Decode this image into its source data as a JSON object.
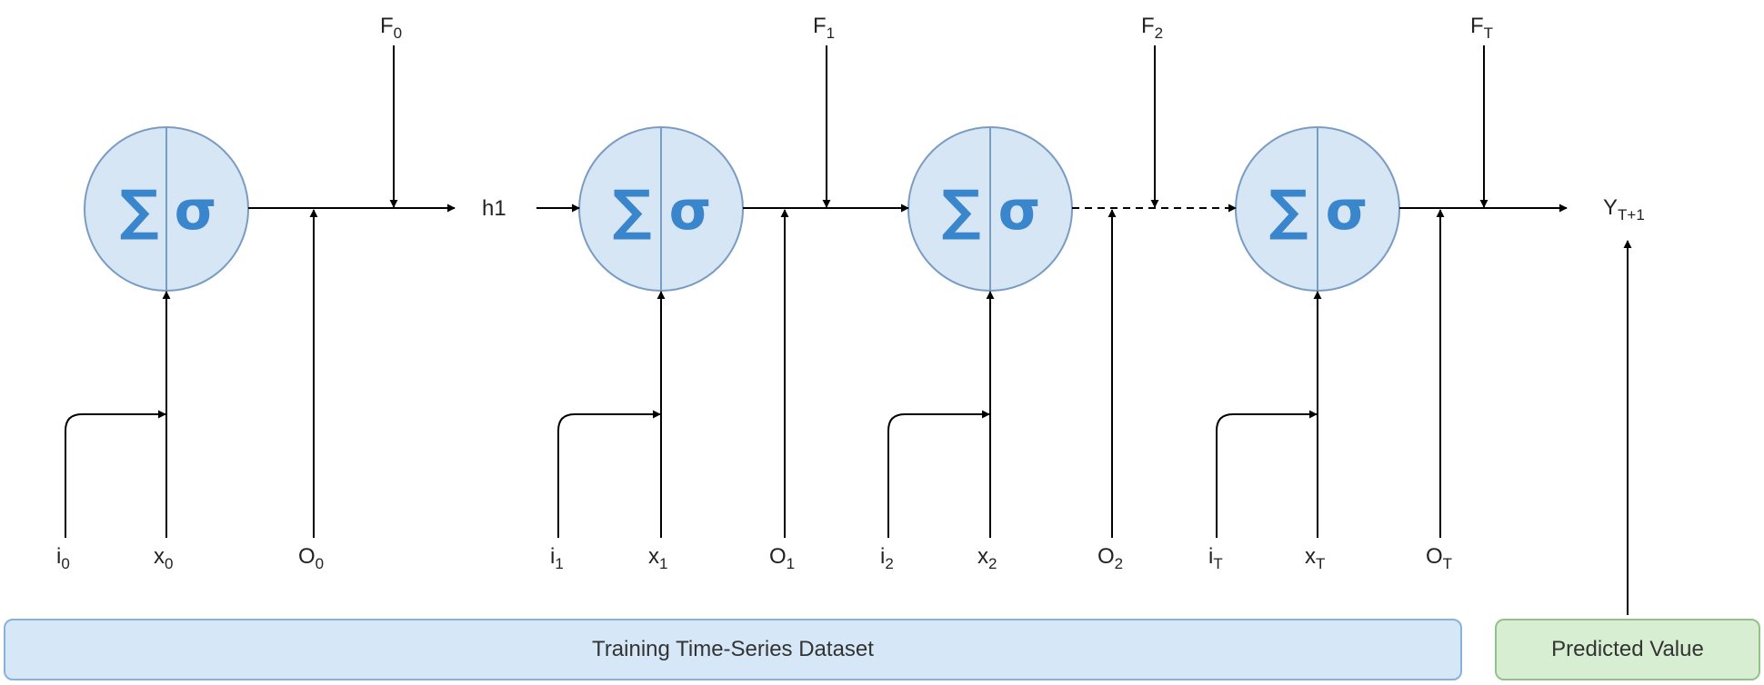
{
  "cells": [
    {
      "sum": "∑",
      "act": "σ"
    },
    {
      "sum": "∑",
      "act": "σ"
    },
    {
      "sum": "∑",
      "act": "σ"
    },
    {
      "sum": "∑",
      "act": "σ"
    }
  ],
  "labels": {
    "F0": {
      "base": "F",
      "sub": "0"
    },
    "F1": {
      "base": "F",
      "sub": "1"
    },
    "F2": {
      "base": "F",
      "sub": "2"
    },
    "FT": {
      "base": "F",
      "sub": "T"
    },
    "h1": "h1",
    "Y": {
      "base": "Y",
      "sub": "T+1"
    },
    "i0": {
      "base": "i",
      "sub": "0"
    },
    "x0": {
      "base": "x",
      "sub": "0"
    },
    "O0": {
      "base": "O",
      "sub": "0"
    },
    "i1": {
      "base": "i",
      "sub": "1"
    },
    "x1": {
      "base": "x",
      "sub": "1"
    },
    "O1": {
      "base": "O",
      "sub": "1"
    },
    "i2": {
      "base": "i",
      "sub": "2"
    },
    "x2": {
      "base": "x",
      "sub": "2"
    },
    "O2": {
      "base": "O",
      "sub": "2"
    },
    "iT": {
      "base": "i",
      "sub": "T"
    },
    "xT": {
      "base": "x",
      "sub": "T"
    },
    "OT": {
      "base": "O",
      "sub": "T"
    }
  },
  "bands": {
    "training": "Training Time-Series Dataset",
    "predicted": "Predicted Value"
  },
  "colors": {
    "cell_fill": "#d6e6f5",
    "cell_stroke": "#7a9cc2",
    "symbol": "#3a86cc",
    "line": "#000000",
    "training_fill": "#d6e8f8",
    "predicted_fill": "#d8eed2"
  }
}
